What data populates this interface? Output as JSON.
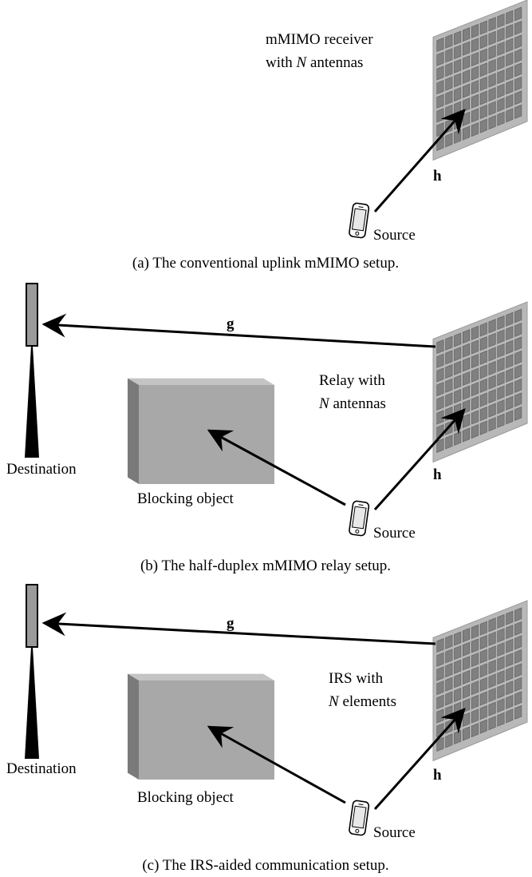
{
  "panel_a": {
    "receiver_line1": "mMIMO receiver",
    "receiver_line2_prefix": "with ",
    "receiver_var": "N",
    "receiver_line2_suffix": " antennas",
    "source": "Source",
    "channel_h": "h",
    "caption": "(a) The conventional uplink mMIMO setup."
  },
  "panel_b": {
    "relay_line1": "Relay with",
    "relay_var": "N",
    "relay_line2_suffix": " antennas",
    "destination": "Destination",
    "blocking": "Blocking object",
    "source": "Source",
    "channel_h": "h",
    "channel_g": "g",
    "caption": "(b) The half-duplex mMIMO relay setup."
  },
  "panel_c": {
    "irs_line1": "IRS with",
    "irs_var": "N",
    "irs_line2_suffix": " elements",
    "destination": "Destination",
    "blocking": "Blocking object",
    "source": "Source",
    "channel_h": "h",
    "channel_g": "g",
    "caption": "(c) The IRS-aided communication setup."
  },
  "colors": {
    "panel_frame": "#b8b8b8",
    "panel_cell": "#808080",
    "box_front": "#a8a8a8",
    "box_top": "#c4c4c4",
    "box_side": "#7a7a7a"
  }
}
